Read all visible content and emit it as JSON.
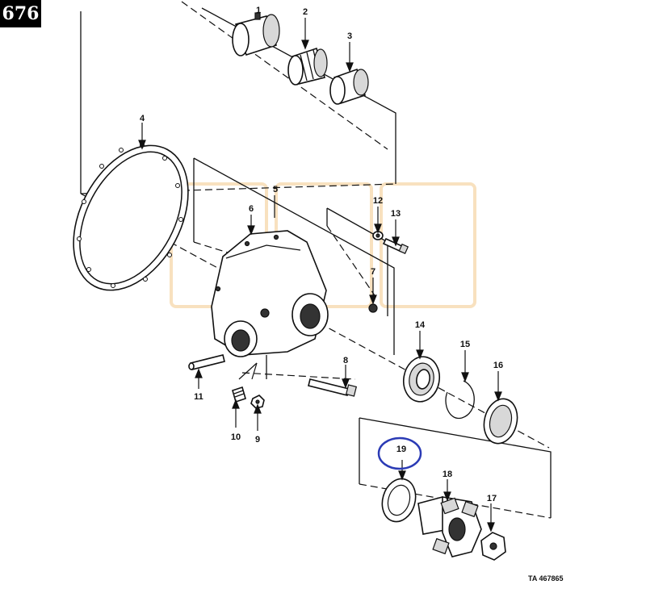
{
  "page_number": "676",
  "figure_id": "TA 467865",
  "callouts": [
    "1",
    "2",
    "3",
    "4",
    "5",
    "6",
    "7",
    "8",
    "9",
    "10",
    "11",
    "12",
    "13",
    "14",
    "15",
    "16",
    "17",
    "18",
    "19"
  ],
  "highlighted_callout": "19",
  "highlight_color": "#2b3bb5"
}
